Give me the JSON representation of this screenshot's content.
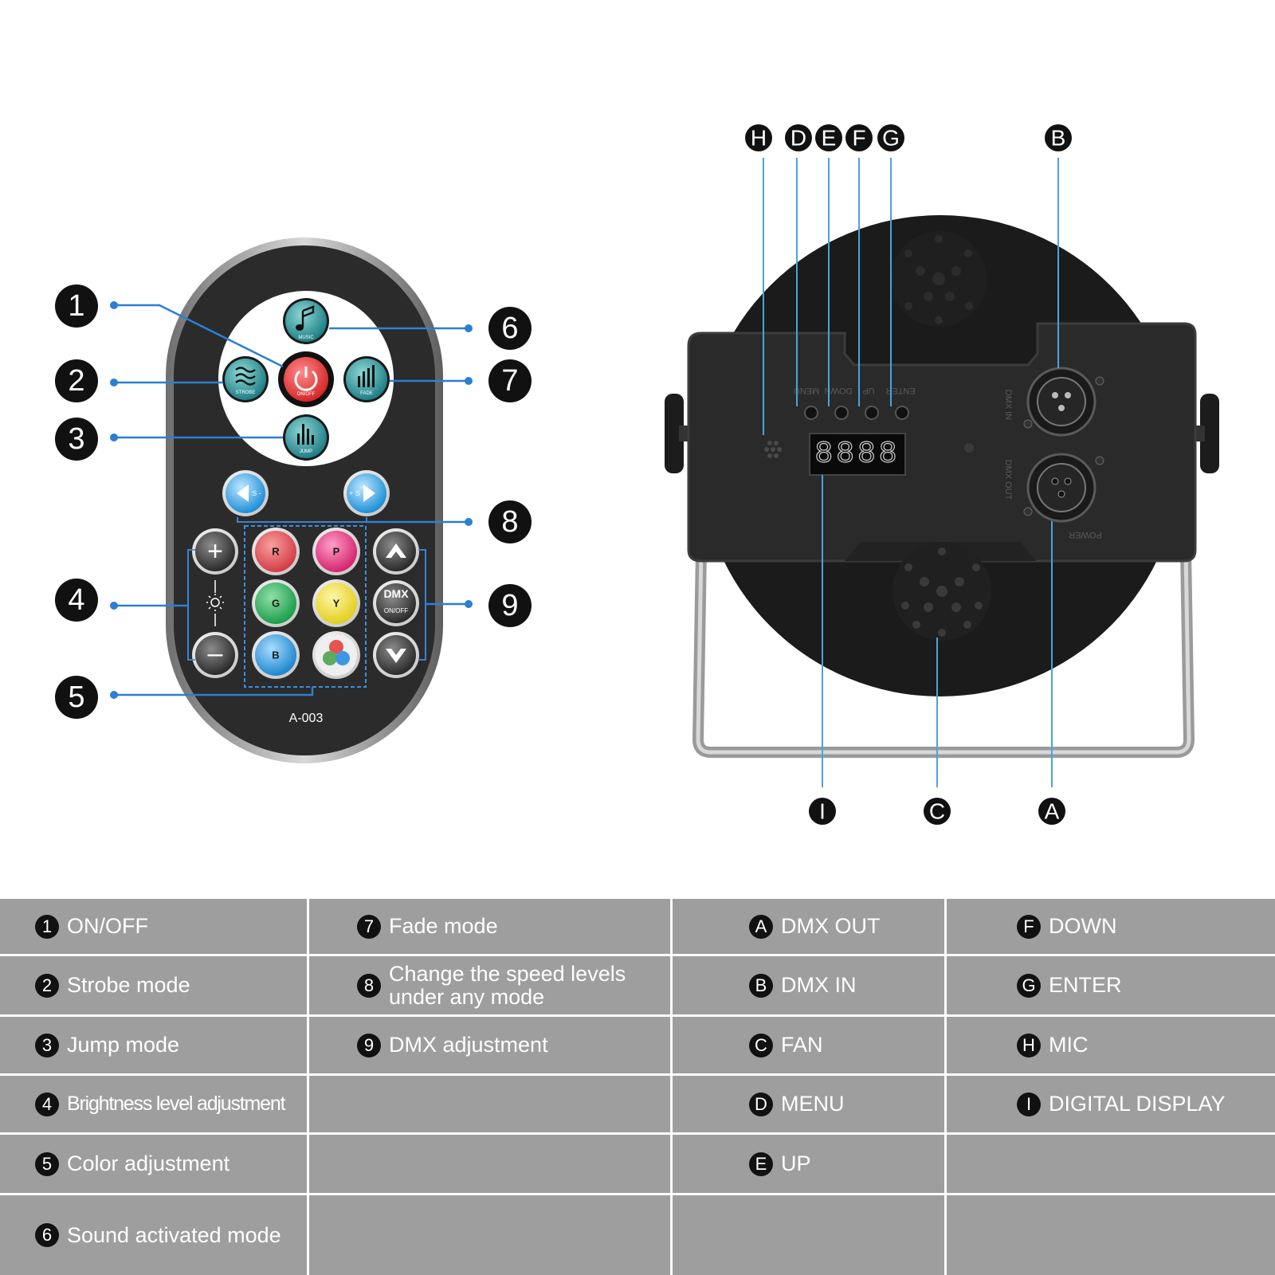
{
  "remote": {
    "model": "A-003",
    "buttons": {
      "music": "MUSIC",
      "strobe": "STROBE",
      "onoff": "ON/OFF",
      "fade": "FADE",
      "jump": "JUMP",
      "speed_down": "S -",
      "speed_up": "+ S",
      "plus": "+",
      "minus": "–",
      "r": "R",
      "p": "P",
      "g": "G",
      "y": "Y",
      "b": "B",
      "dmx": "DMX",
      "dmx_sub": "ON/OFF"
    },
    "callouts": [
      "1",
      "2",
      "3",
      "4",
      "5",
      "6",
      "7",
      "8",
      "9"
    ]
  },
  "light": {
    "display": "8888",
    "port_labels": [
      "DMX IN",
      "DMX OUT",
      "POWER"
    ],
    "button_labels": [
      "ENTER",
      "UP",
      "DOWN",
      "MENU"
    ],
    "callouts_top": [
      "H",
      "D",
      "E",
      "F",
      "G",
      "B"
    ],
    "callouts_bottom": [
      "I",
      "C",
      "A"
    ]
  },
  "legend": {
    "col1": [
      {
        "key": "1",
        "text": "ON/OFF"
      },
      {
        "key": "2",
        "text": "Strobe mode"
      },
      {
        "key": "3",
        "text": "Jump mode"
      },
      {
        "key": "4",
        "text": "Brightness level adjustment"
      },
      {
        "key": "5",
        "text": "Color adjustment"
      },
      {
        "key": "6",
        "text": "Sound activated mode"
      }
    ],
    "col2": [
      {
        "key": "7",
        "text": "Fade mode"
      },
      {
        "key": "8",
        "text": "Change the speed levels under any mode"
      },
      {
        "key": "9",
        "text": "DMX adjustment"
      }
    ],
    "col3": [
      {
        "key": "A",
        "text": "DMX OUT"
      },
      {
        "key": "B",
        "text": "DMX IN"
      },
      {
        "key": "C",
        "text": "FAN"
      },
      {
        "key": "D",
        "text": "MENU"
      },
      {
        "key": "E",
        "text": "UP"
      }
    ],
    "col4": [
      {
        "key": "F",
        "text": "DOWN"
      },
      {
        "key": "G",
        "text": "ENTER"
      },
      {
        "key": "H",
        "text": "MIC"
      },
      {
        "key": "I",
        "text": "DIGITAL DISPLAY"
      }
    ]
  }
}
